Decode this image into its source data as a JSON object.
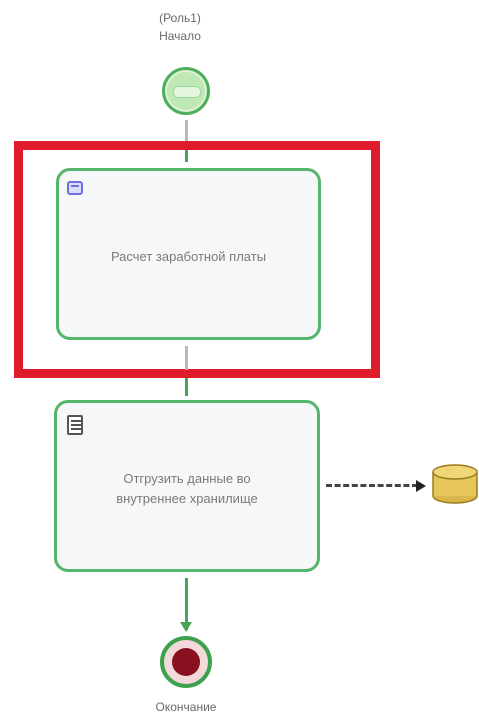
{
  "diagram": {
    "start_event": {
      "label_line1": "(Роль1)",
      "label_line2": "Начало"
    },
    "tasks": [
      {
        "type": "user-task",
        "icon": "form-icon",
        "text_line1": "Расчет заработной платы",
        "text_line2": ""
      },
      {
        "type": "script-task",
        "icon": "script-icon",
        "text_line1": "Отгрузить данные во",
        "text_line2": "внутреннее хранилище"
      }
    ],
    "highlight_color": "#e01b2b",
    "end_event": {
      "label": "Окончание"
    },
    "data_store": {
      "icon": "database-icon"
    }
  }
}
